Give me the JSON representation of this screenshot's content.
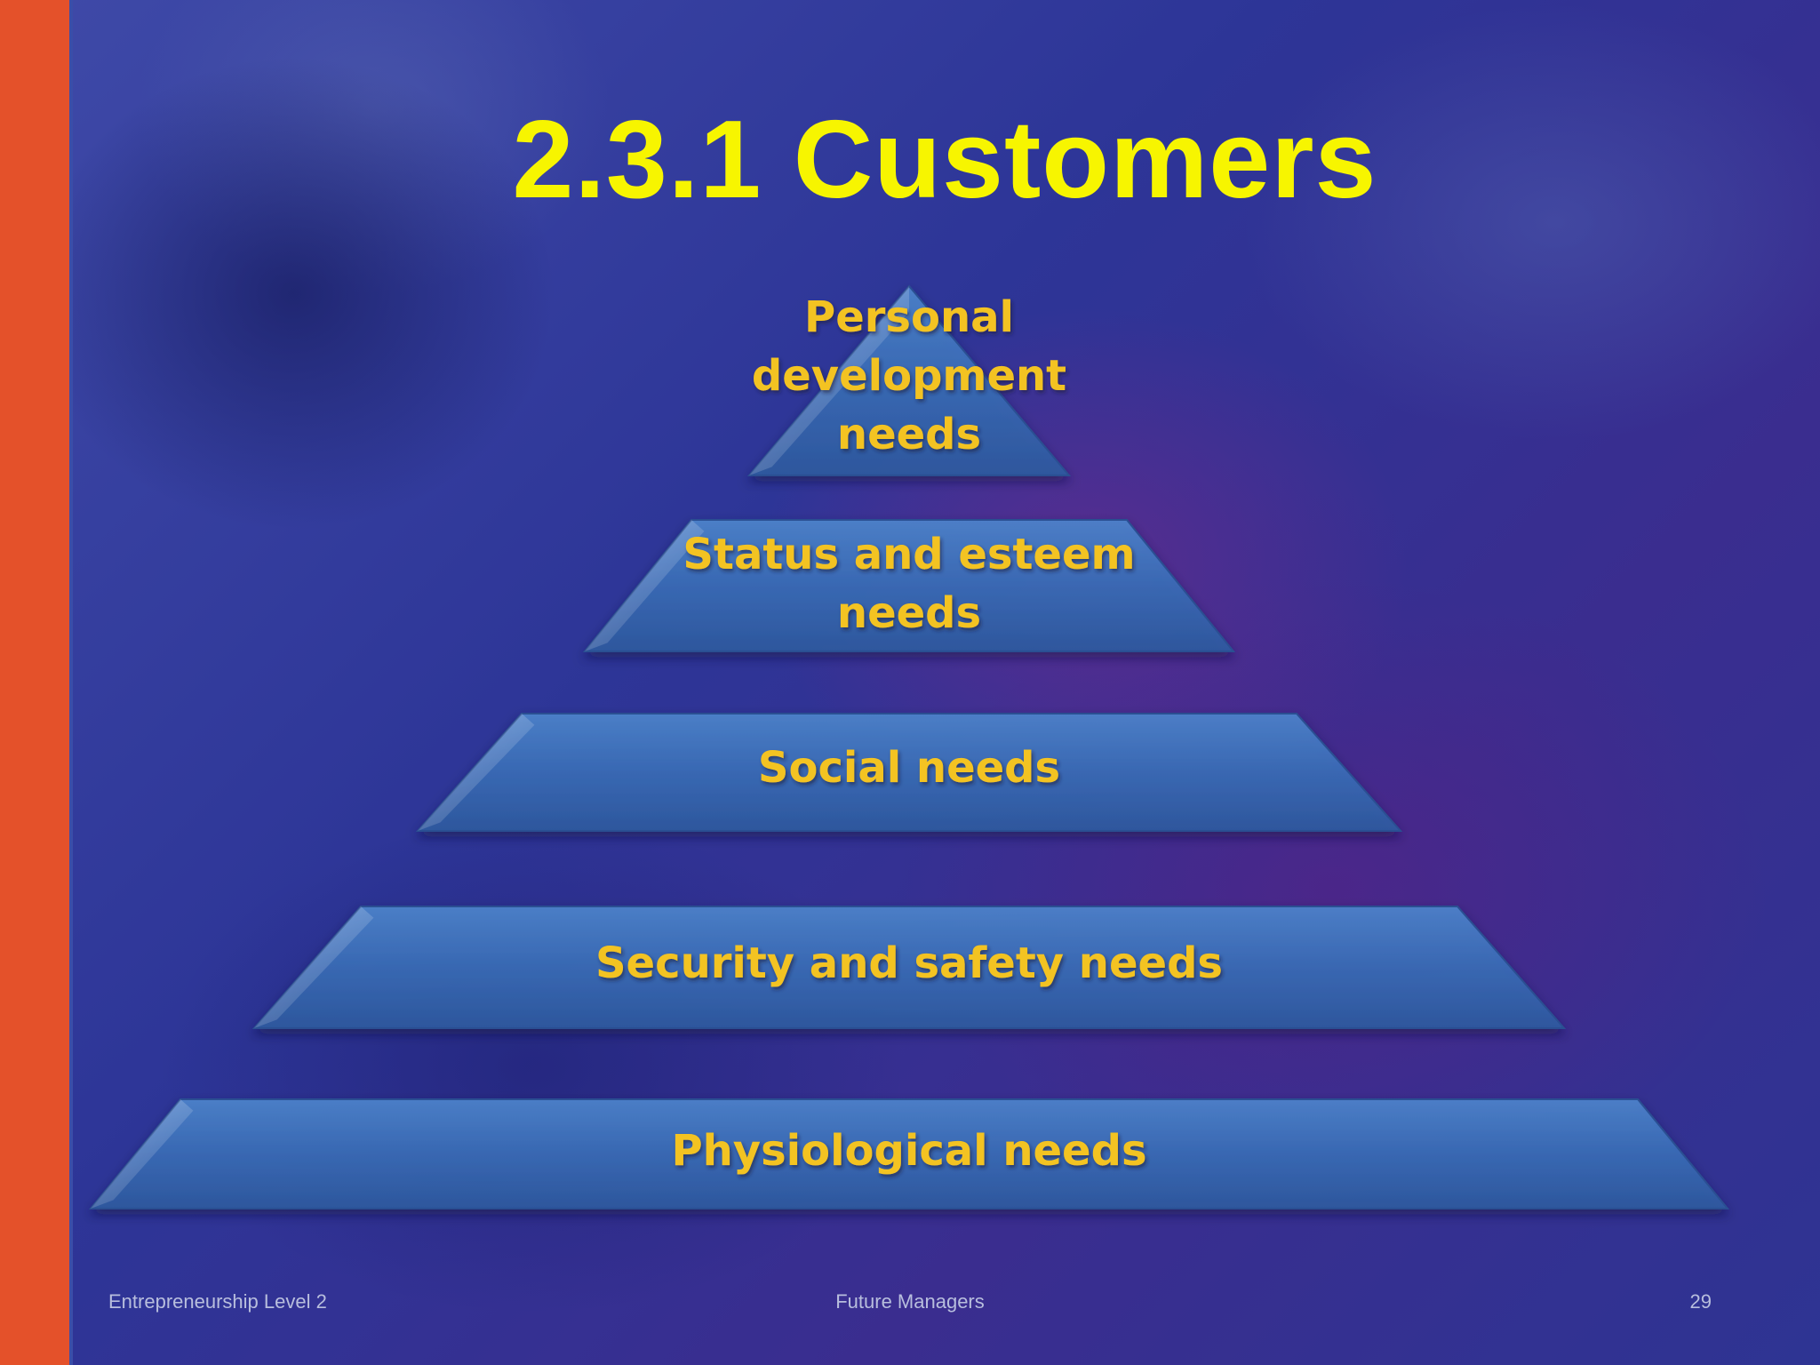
{
  "slide": {
    "title": "2.3.1 Customers",
    "accent_color": "#e4512a",
    "title_color": "#f7f500",
    "label_color": "#f3c321",
    "tier_color": "#3f72c0"
  },
  "pyramid": {
    "levels": [
      {
        "lines": [
          "Personal",
          "development",
          "needs"
        ]
      },
      {
        "lines": [
          "Status and esteem",
          "needs"
        ]
      },
      {
        "lines": [
          "Social needs"
        ]
      },
      {
        "lines": [
          "Security and safety needs"
        ]
      },
      {
        "lines": [
          "Physiological needs"
        ]
      }
    ]
  },
  "footer": {
    "left": "Entrepreneurship Level 2",
    "center": "Future Managers",
    "right": "29"
  }
}
